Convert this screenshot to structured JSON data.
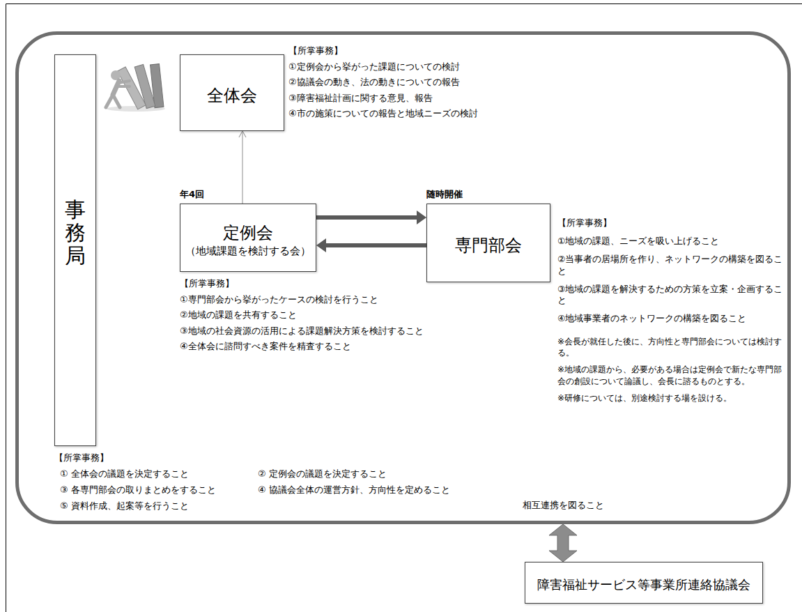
{
  "diagram": {
    "nodes": [
      {
        "text": []
      },
      {
        "text": [
          "事務局"
        ],
        "in": 0
      },
      {
        "text": [
          "全体会"
        ],
        "in": 0
      },
      {
        "text": [
          "定例会",
          "（地域課題を検討する会）"
        ],
        "in": 0
      },
      {
        "text": [
          "専門部会"
        ],
        "in": 0
      },
      {
        "text": [
          "障害福祉サービス等事業所連絡協議会"
        ]
      }
    ],
    "edges": [
      {
        "from": 3,
        "to": 2,
        "arrow": "to"
      },
      {
        "from": 3,
        "to": 4,
        "arrow": "to"
      },
      {
        "from": 4,
        "to": 3,
        "arrow": "to"
      },
      {
        "from": 0,
        "to": 5,
        "label": "相互連携を図ること",
        "arrow": "both"
      }
    ],
    "labels": [
      "【所掌事務】",
      "①定例会から挙がった課題についての検討",
      "②協議会の動き、法の動きについての報告",
      "③障害福祉計画に関する意見、報告",
      "④市の施策についての報告と地域ニーズの検討",
      "年4回",
      "随時開催",
      "【所掌事務】",
      "①専門部会から挙がったケースの検討を行うこと",
      "②地域の課題を共有すること",
      "③地域の社会資源の活用による課題解決方策を検討すること",
      "④全体会に諮問すべき案件を精査すること",
      "【所掌事務】",
      "①地域の課題、ニーズを吸い上げること",
      "②当事者の居場所を作り、ネットワークの構築を図ること",
      "③地域の課題を解決するための方策を立案・企画すること",
      "④地域事業者のネットワークの構築を図ること",
      "※会長が就任した後に、方向性と専門部会については検討する。",
      "※地域の課題から、必要がある場合は定例会で新たな専門部会の創設について論議し、会長に諮るものとする。",
      "※研修については、別途検討する場を設ける。",
      "【所掌事務】",
      "① 全体会の議題を決定すること",
      "② 定例会の議題を決定すること",
      "③ 各専門部会の取りまとめをすること",
      "④ 協議会全体の運営方針、方向性を定めること",
      "⑤ 資料作成、起案等を行うこと"
    ]
  }
}
